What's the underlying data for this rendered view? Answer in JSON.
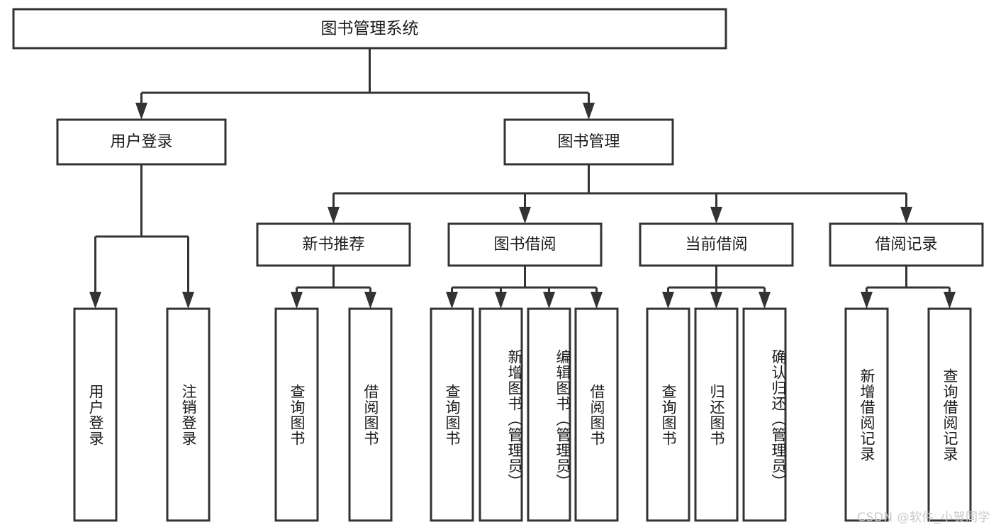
{
  "diagram": {
    "title": "图书管理系统",
    "type": "tree",
    "watermark": "CSDN @软件_小贺同学",
    "colors": {
      "box_fill": "#ffffff",
      "box_stroke": "#333333",
      "text": "#1a1a1a",
      "watermark": "#c9c9c9",
      "background": "#ffffff"
    },
    "levels": {
      "root": {
        "label": "图书管理系统"
      },
      "level2": [
        {
          "label": "用户登录"
        },
        {
          "label": "图书管理"
        }
      ],
      "level3": [
        {
          "label": "新书推荐"
        },
        {
          "label": "图书借阅"
        },
        {
          "label": "当前借阅"
        },
        {
          "label": "借阅记录"
        }
      ],
      "leaves": {
        "user_login": [
          {
            "label": "用户登录"
          },
          {
            "label": "注销登录"
          }
        ],
        "new_book": [
          {
            "label": "查询图书"
          },
          {
            "label": "借阅图书"
          }
        ],
        "borrow": [
          {
            "label": "查询图书"
          },
          {
            "label": "新增图书（管理员）"
          },
          {
            "label": "编辑图书（管理员）"
          },
          {
            "label": "借阅图书"
          }
        ],
        "current": [
          {
            "label": "查询图书"
          },
          {
            "label": "归还图书"
          },
          {
            "label": "确认归还（管理员）"
          }
        ],
        "records": [
          {
            "label": "新增借阅记录"
          },
          {
            "label": "查询借阅记录"
          }
        ]
      }
    }
  }
}
